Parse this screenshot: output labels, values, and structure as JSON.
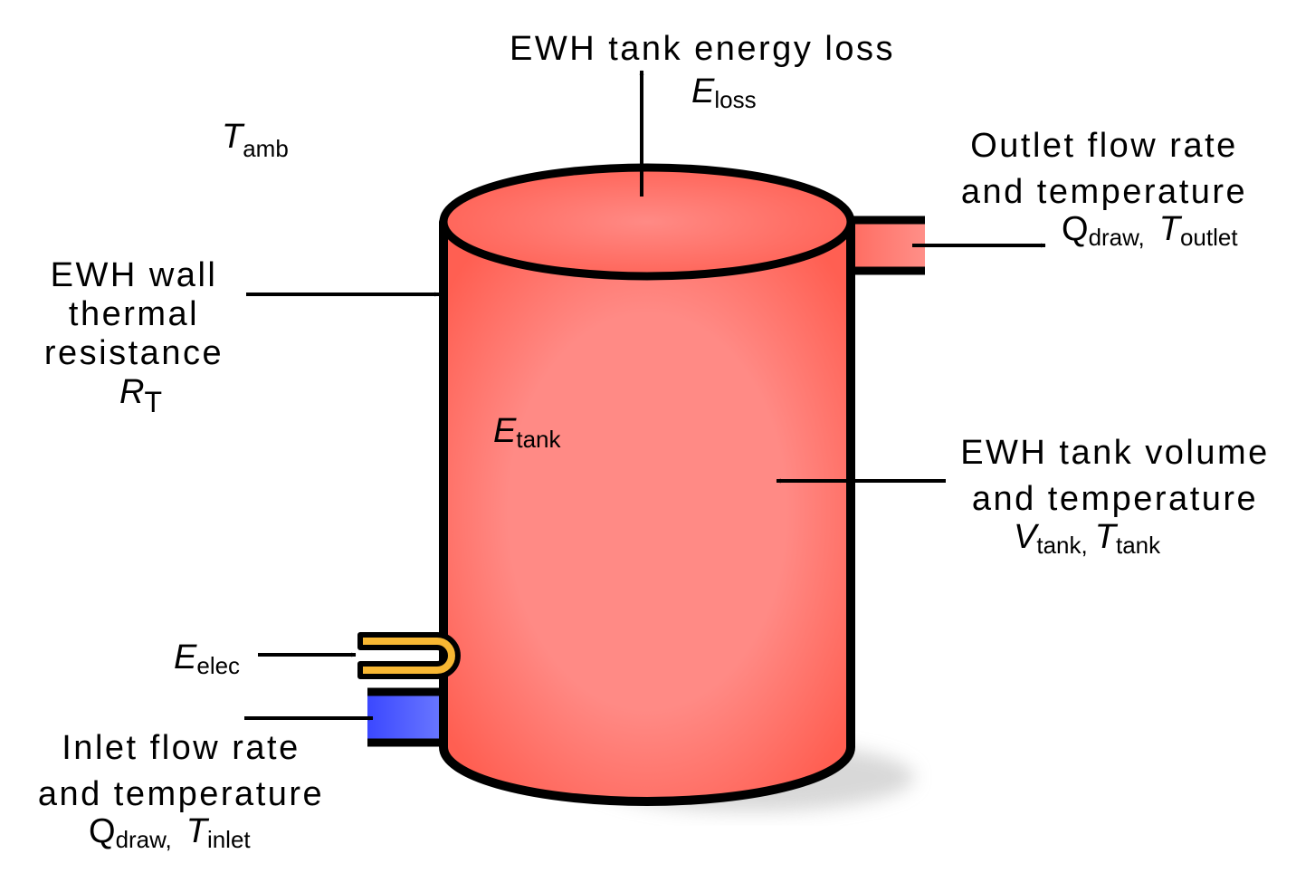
{
  "colors": {
    "tank_body": "#ff5f52",
    "tank_center": "#ff8a85",
    "inlet_pipe": "#4d5cff",
    "heater_element": "#f7b733",
    "outline": "#000000"
  },
  "labels": {
    "energy_loss": {
      "line1": "EWH tank energy loss",
      "symbol": "E",
      "sub": "loss"
    },
    "ambient": {
      "symbol": "T",
      "sub": "amb"
    },
    "outlet": {
      "line1": "Outlet flow rate",
      "line2": "and temperature",
      "sym1": "Q",
      "sub1": "draw",
      "sep": ",",
      "sym2": "T",
      "sub2": "outlet"
    },
    "wall": {
      "line1": "EWH wall",
      "line2": "thermal",
      "line3": "resistance",
      "symbol": "R",
      "sub": "T"
    },
    "tank_energy": {
      "symbol": "E",
      "sub": "tank"
    },
    "volume": {
      "line1": "EWH tank volume",
      "line2": "and temperature",
      "sym1": "V",
      "sub1": "tank",
      "sep": ",",
      "sym2": "T",
      "sub2": "tank"
    },
    "electric": {
      "symbol": "E",
      "sub": "elec"
    },
    "inlet": {
      "line1": "Inlet flow rate",
      "line2": "and temperature",
      "sym1": "Q",
      "sub1": "draw",
      "sep": ",",
      "sym2": "T",
      "sub2": "inlet"
    }
  }
}
